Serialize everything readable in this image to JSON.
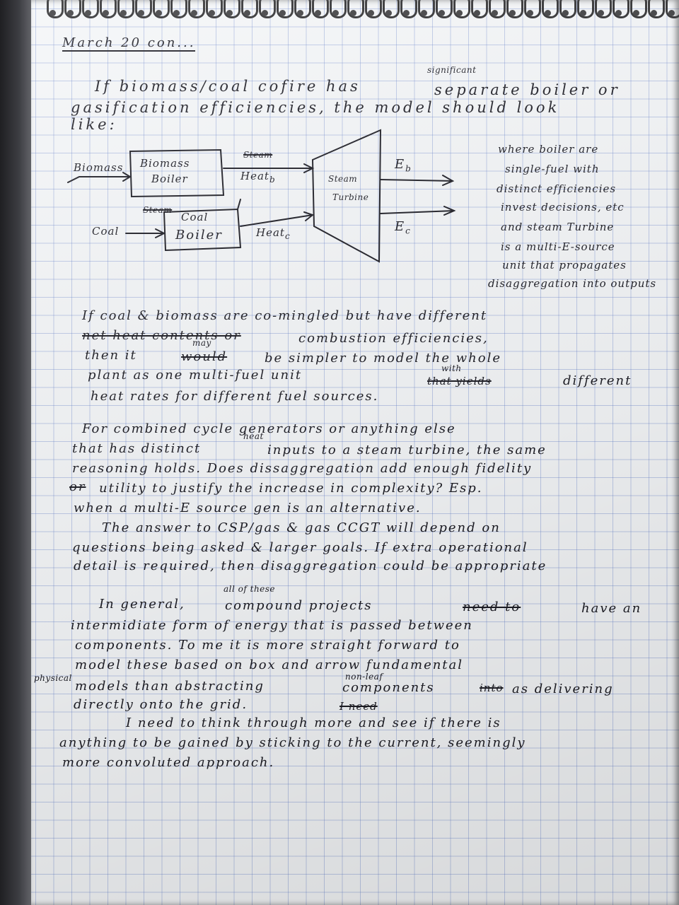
{
  "header": {
    "date": "March 20 con..."
  },
  "para1": {
    "insert_significant": "significant",
    "line1": "If biomass/coal cofire has",
    "line1_end": "separate boiler or",
    "line2": "gasification efficiencies, the model should look",
    "line3": "like:"
  },
  "diagram": {
    "biomass_input": "Biomass",
    "biomass_boiler_line1": "Biomass",
    "biomass_boiler_line2": "Boiler",
    "steam_struck": "Steam",
    "heat_b": "Heat",
    "heat_b_sub": "b",
    "turbine_line1": "Steam",
    "turbine_line2": "Turbine",
    "e_b": "E",
    "e_b_sub": "b",
    "coal_input": "Coal",
    "coal_boiler_struck": "Steam",
    "coal_boiler_line1": "Coal",
    "coal_boiler_line2": "Boiler",
    "heat_c": "Heat",
    "heat_c_sub": "c",
    "e_c": "E",
    "e_c_sub": "c"
  },
  "side_note": [
    "where boiler are",
    "single-fuel with",
    "distinct efficiencies",
    "invest decisions, etc",
    "and steam Turbine",
    "is a multi-E-source",
    "unit that propagates",
    "disaggregation into outputs"
  ],
  "para2": {
    "line1": "If coal & biomass are co-mingled but have different",
    "line2_struck": "net heat contents or",
    "line2": "combustion efficiencies,",
    "line3_a": "then it",
    "line3_struck": "would",
    "line3_insert": "may",
    "line3_b": "be simpler to model the whole",
    "line4_a": "plant as one multi-fuel unit",
    "line4_insert": "with",
    "line4_struck": "that yields",
    "line4_b": "different",
    "line5": "heat rates for different fuel sources."
  },
  "para3": {
    "line1": "For combined cycle generators or anything else",
    "line2_a": "that has distinct",
    "line2_insert": "heat",
    "line2_b": "inputs to a steam turbine, the same",
    "line3": "reasoning holds. Does dissaggregation add enough fidelity",
    "line4_struck": "or",
    "line4": "utility to justify the increase in complexity? Esp.",
    "line5": "when a multi-E source gen is an alternative."
  },
  "para4": {
    "line1": "The answer to CSP/gas & gas CCGT will depend on",
    "line2": "questions being asked & larger goals. If extra operational",
    "line3": "detail is required, then disaggregation could be appropriate"
  },
  "para5": {
    "insert_all": "all of these",
    "line1_a": "In general,",
    "line1_b": "compound projects",
    "line1_struck": "need to",
    "line1_c": "have an",
    "line2": "intermidiate form of energy that is passed between",
    "line3": "components. To me it is more straight forward to",
    "line4": "model these based on box and arrow fundamental",
    "insert_physical": "physical",
    "line5_a": "models than abstracting",
    "insert_nonleaf": "non-leaf",
    "line5_b": "components",
    "line5_struck": "into",
    "line5_c": "as delivering",
    "line6_a": "directly onto the grid.",
    "line6_struck": "I need"
  },
  "para6": {
    "line1": "I need to think through more and see if there is",
    "line2": "anything to be gained by sticking to the current, seemingly",
    "line3": "more convoluted approach."
  }
}
